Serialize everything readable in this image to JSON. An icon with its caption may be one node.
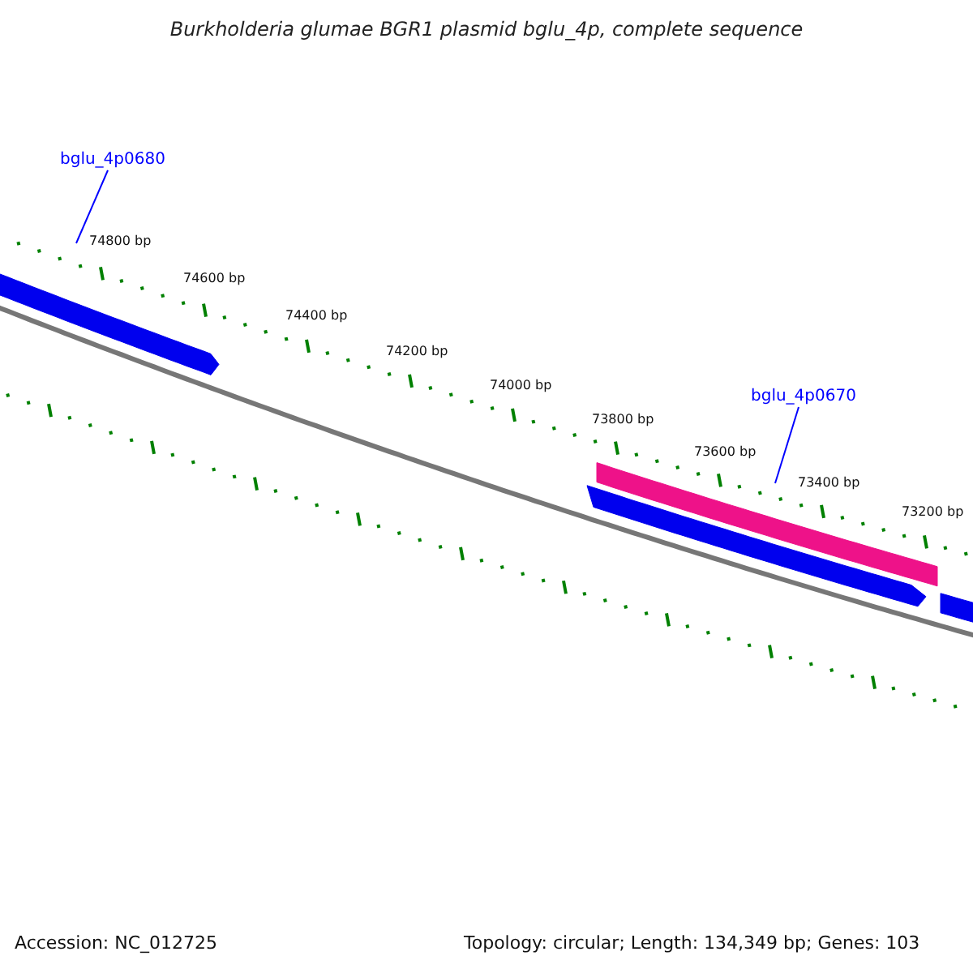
{
  "diagram": {
    "title": "Burkholderia glumae BGR1 plasmid bglu_4p, complete sequence",
    "nodes": [
      {
        "text": [
          "bglu_4p0680"
        ]
      },
      {
        "text": [
          "bglu_4p0670"
        ]
      }
    ],
    "edges": [
      {
        "from": 0,
        "to": null,
        "arrow": "none"
      },
      {
        "from": 1,
        "to": null,
        "arrow": "none"
      }
    ],
    "labels": [
      "74800 bp",
      "74600 bp",
      "74400 bp",
      "74200 bp",
      "74000 bp",
      "73800 bp",
      "73600 bp",
      "73400 bp",
      "73200 bp",
      "Accession: NC_012725",
      "Topology: circular; Length: 134,349 bp; Genes: 103"
    ]
  }
}
